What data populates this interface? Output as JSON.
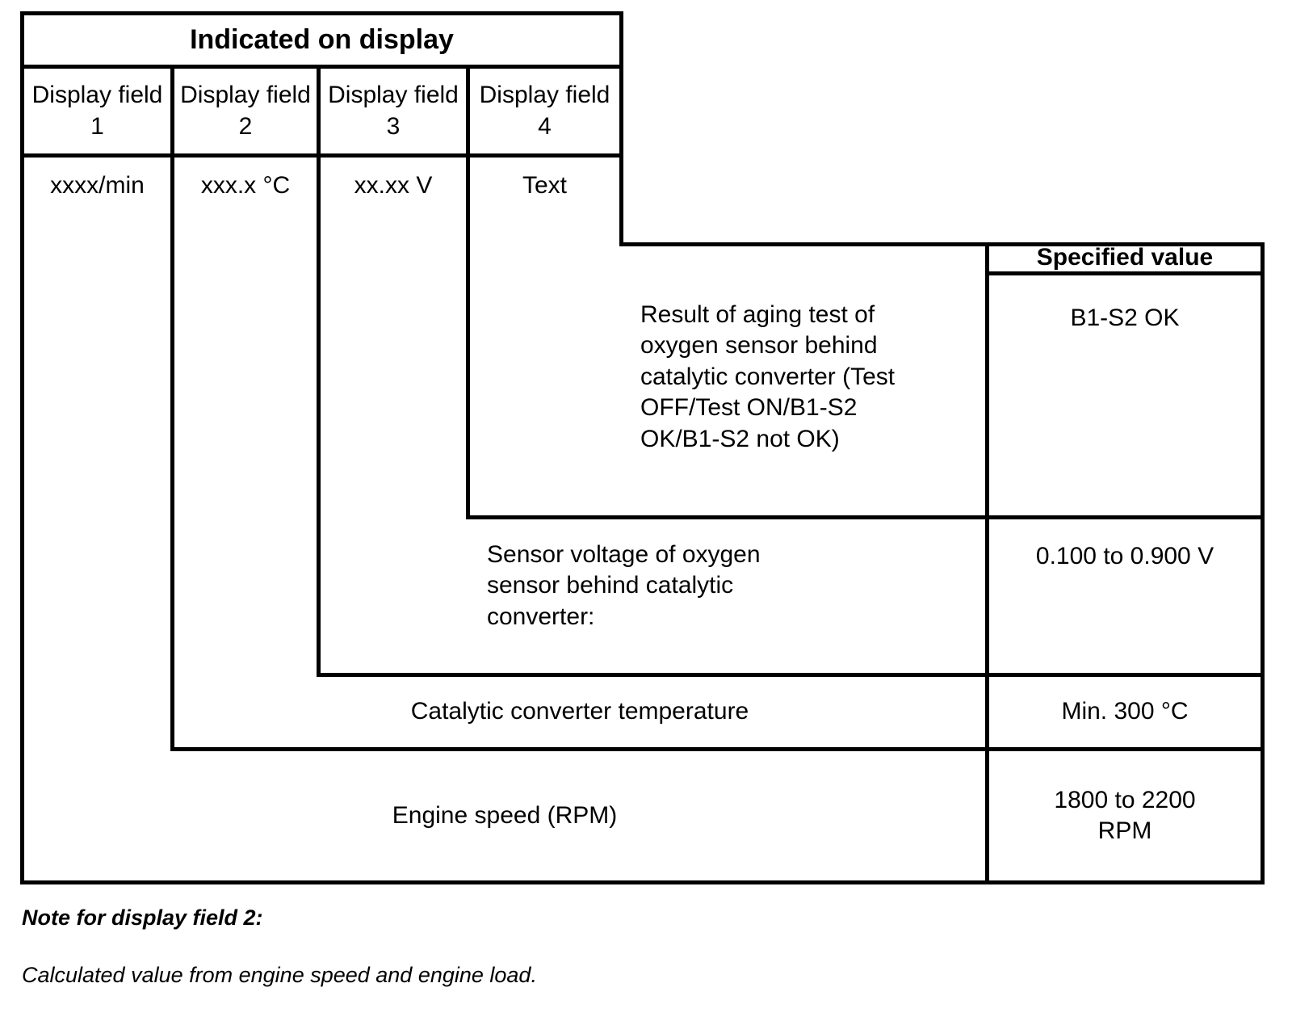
{
  "table": {
    "display_header": "Indicated on display",
    "display_fields": [
      {
        "label": "Display field",
        "number": "1",
        "format": "xxxx/min"
      },
      {
        "label": "Display field",
        "number": "2",
        "format": "xxx.x °C"
      },
      {
        "label": "Display field",
        "number": "3",
        "format": "xx.xx V"
      },
      {
        "label": "Display field",
        "number": "4",
        "format": "Text"
      }
    ],
    "specified_value_header": "Specified value",
    "rows": [
      {
        "description": "Result of aging test of oxygen sensor behind catalytic converter (Test OFF/Test ON/B1-S2 OK/B1-S2 not OK)",
        "specified_value": "B1-S2 OK"
      },
      {
        "description": "Sensor voltage of oxygen sensor behind catalytic converter:",
        "specified_value": "0.100 to 0.900 V"
      },
      {
        "description": "Catalytic converter temperature",
        "specified_value": "Min. 300 °C"
      },
      {
        "description": "Engine speed (RPM)",
        "specified_value": "1800 to 2200 RPM"
      }
    ]
  },
  "note": {
    "title": "Note for display field 2:",
    "body": "Calculated value from engine speed and engine load."
  },
  "colors": {
    "ink": "#000000",
    "paper": "#ffffff"
  }
}
